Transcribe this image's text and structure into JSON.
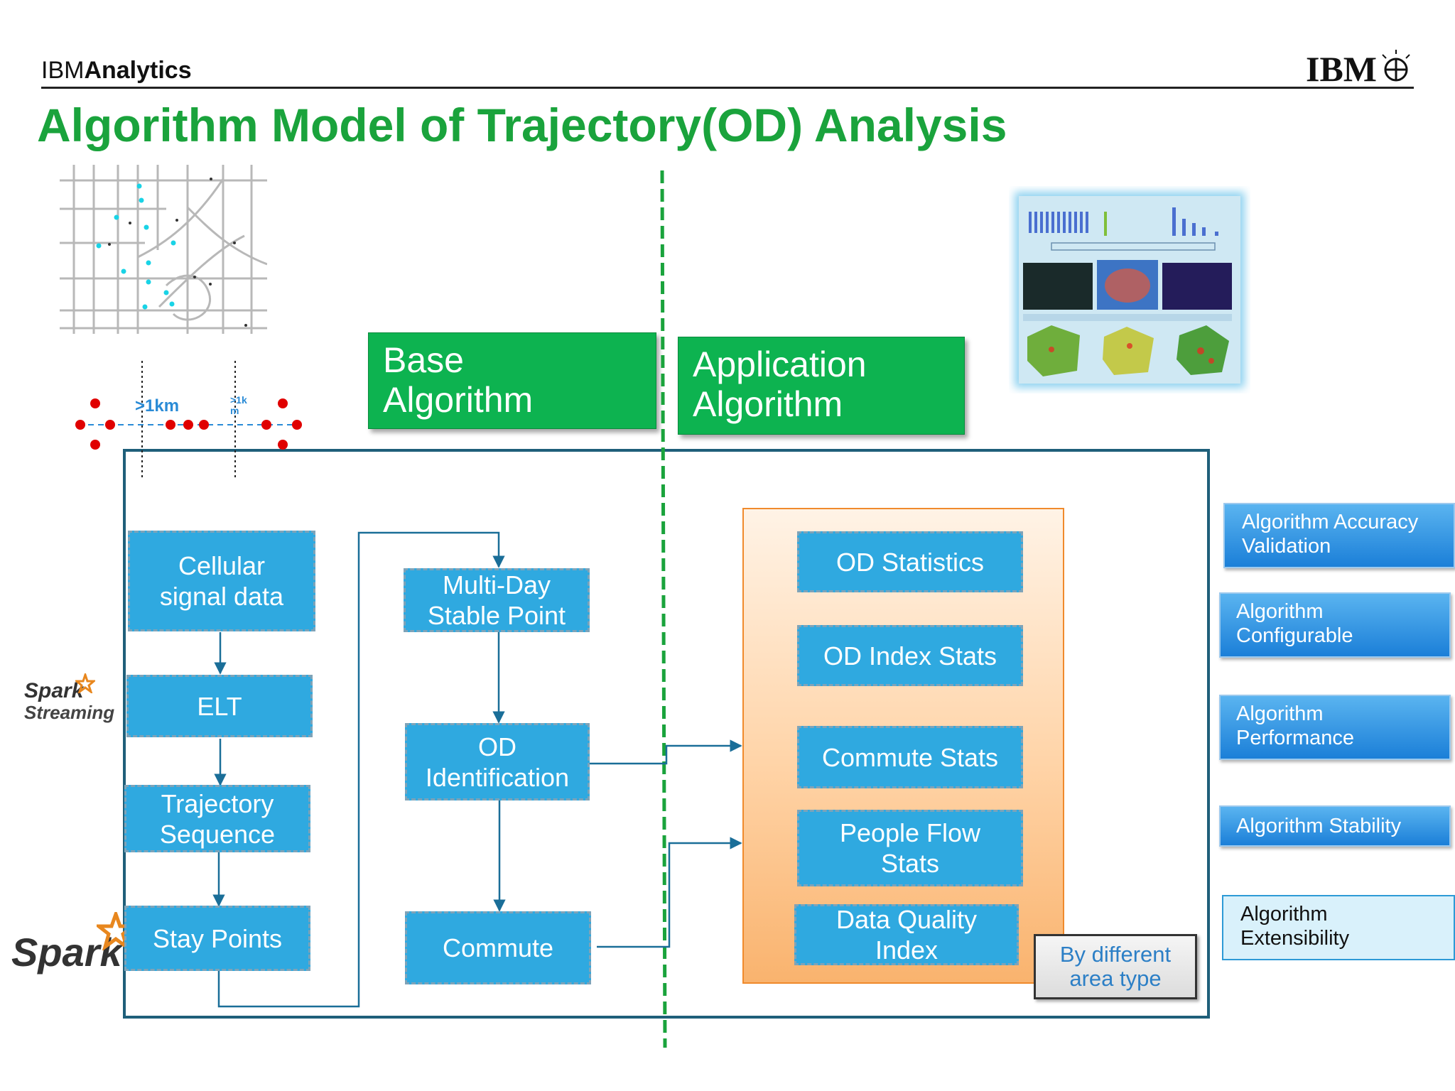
{
  "header": {
    "brand_prefix": "IBM",
    "brand_suffix": "Analytics",
    "logo_text": "IBM"
  },
  "title": "Algorithm Model of Trajectory(OD) Analysis",
  "section_labels": {
    "base": [
      "Base",
      "Algorithm"
    ],
    "application": [
      "Application",
      "Algorithm"
    ]
  },
  "distance_labels": {
    "first": ">1km",
    "second_line1": ">1k",
    "second_line2": "m"
  },
  "spark": {
    "streaming_word1": "Spark",
    "streaming_word2": "Streaming",
    "batch_word": "Spark"
  },
  "pipeline": {
    "cellular": [
      "Cellular",
      "signal data"
    ],
    "elt": "ELT",
    "trajectory": [
      "Trajectory",
      "Sequence"
    ],
    "stay_points": "Stay Points",
    "multi_day": [
      "Multi-Day",
      "Stable Point"
    ],
    "od_identification": [
      "OD",
      "Identification"
    ],
    "commute": "Commute"
  },
  "applications": {
    "od_statistics": "OD Statistics",
    "od_index": "OD Index Stats",
    "commute_stats": "Commute Stats",
    "people_flow": [
      "People Flow",
      "Stats"
    ],
    "data_quality": [
      "Data Quality",
      "Index"
    ]
  },
  "area_note": [
    "By different",
    "area type"
  ],
  "side_boxes": [
    [
      "Algorithm Accuracy",
      "Validation"
    ],
    [
      "Algorithm",
      "Configurable"
    ],
    [
      "Algorithm",
      "Performance"
    ],
    [
      "Algorithm Stability"
    ],
    [
      "Algorithm",
      "Extensibility"
    ]
  ],
  "colors": {
    "title_green": "#1aa33c",
    "button_green": "#0db350",
    "box_blue": "#2fa9e0",
    "frame": "#1f5f7a",
    "arrow": "#1a6e98",
    "divider": "#1aa33c",
    "points": "#e00000"
  }
}
